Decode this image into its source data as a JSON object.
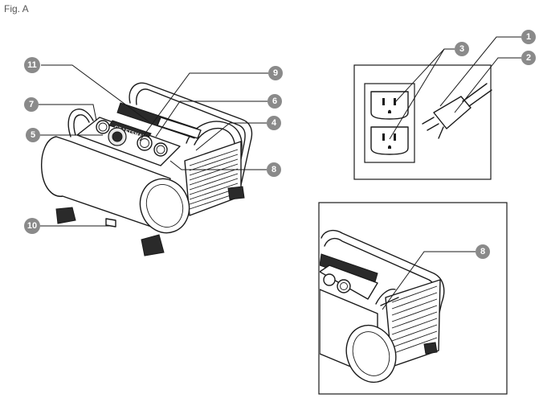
{
  "figure": {
    "title": "Fig. A",
    "brand_logo": "CRAFTSMAN"
  },
  "callouts": {
    "c1": "1",
    "c2": "2",
    "c3": "3",
    "c4": "4",
    "c5": "5",
    "c6": "6",
    "c7": "7",
    "c8": "8",
    "c8_detail": "8",
    "c9": "9",
    "c10": "10",
    "c11": "11"
  },
  "colors": {
    "callout_bubble": "#8a8a8a",
    "line_art": "#1a1a1a",
    "background": "#ffffff"
  }
}
